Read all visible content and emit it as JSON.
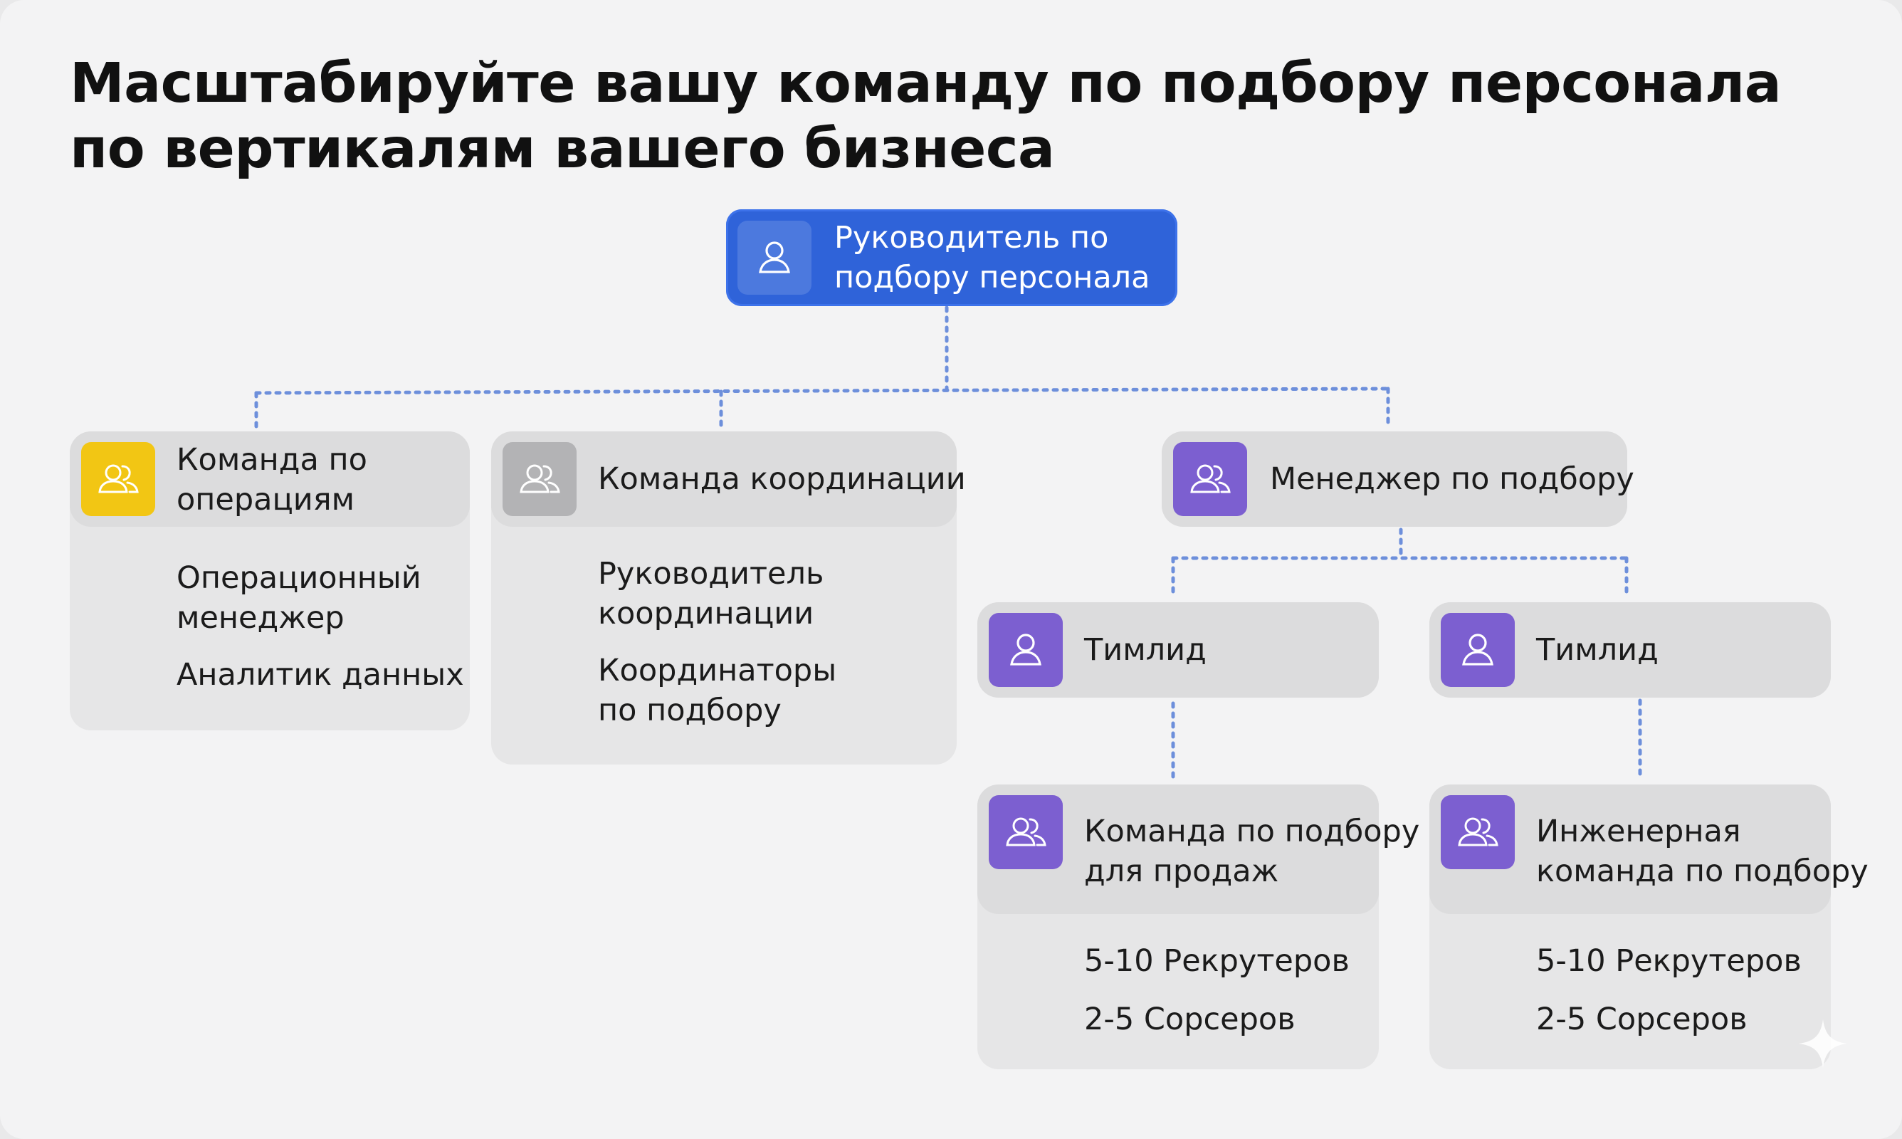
{
  "title": {
    "line1": "Масштабируйте вашу команду по подбору персонала",
    "line2": "по вертикалям вашего бизнеса"
  },
  "colors": {
    "root_blue": "#2f63d9",
    "operations_yellow": "#f2c614",
    "coordination_gray": "#b3b3b5",
    "purple": "#7c5fd0",
    "connector": "#6d8fdb"
  },
  "root": {
    "line1": "Руководитель по",
    "line2": "подбору персонала",
    "icon": "user-icon"
  },
  "operations": {
    "line1": "Команда по",
    "line2": "операциям",
    "icon": "users-icon",
    "items": [
      "Операционный",
      "менеджер",
      "Аналитик данных"
    ]
  },
  "coordination": {
    "label": "Команда координации",
    "icon": "users-icon",
    "items": [
      "Руководитель",
      "координации",
      "Координаторы",
      "по подбору"
    ]
  },
  "manager": {
    "label": "Менеджер по подбору",
    "icon": "users-icon"
  },
  "teamlead_left": {
    "label": "Тимлид",
    "icon": "user-icon"
  },
  "teamlead_right": {
    "label": "Тимлид",
    "icon": "user-icon"
  },
  "sales_team": {
    "line1": "Команда по подбору",
    "line2": "для продаж",
    "icon": "users-icon",
    "items": [
      "5-10 Рекрутеров",
      "2-5 Сорсеров"
    ]
  },
  "eng_team": {
    "line1": "Инженерная",
    "line2": "команда по подбору",
    "icon": "users-icon",
    "items": [
      "5-10 Рекрутеров",
      "2-5 Сорсеров"
    ]
  }
}
